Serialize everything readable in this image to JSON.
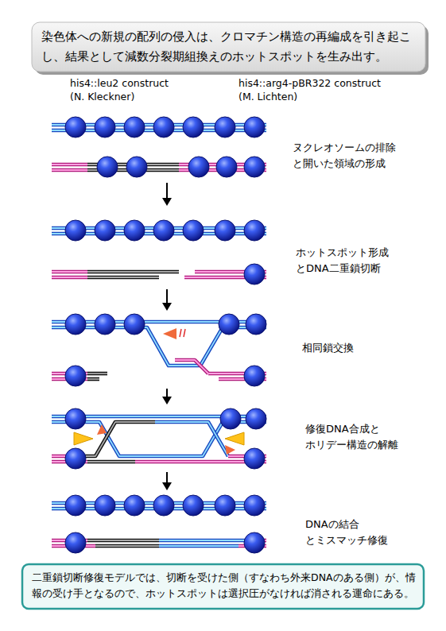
{
  "diagram": {
    "title": "染色体への新規の配列の侵入は、クロマチン構造の再編成を引き起こし、結果として減数分裂期組換えのホットスポットを生み出す。",
    "caption": "二重鎖切断修復モデルでは、切断を受けた側（すなわち外来DNAのある側）が、情報の受け手となるので、ホットスポットは選択圧がなければ消される運命にある。",
    "labels": [
      "his4::leu2 construct",
      "(N. Kleckner)",
      "his4::arg4-pBR322 construct",
      "(M. Lichten)",
      "ヌクレオソームの排除 と開いた領域の形成",
      "ホットスポット形成 とDNA二重鎖切断",
      "相同鎖交換",
      "修復DNA合成と ホリデー構造の解離",
      "DNAの結合 とミスマッチ修復"
    ]
  }
}
